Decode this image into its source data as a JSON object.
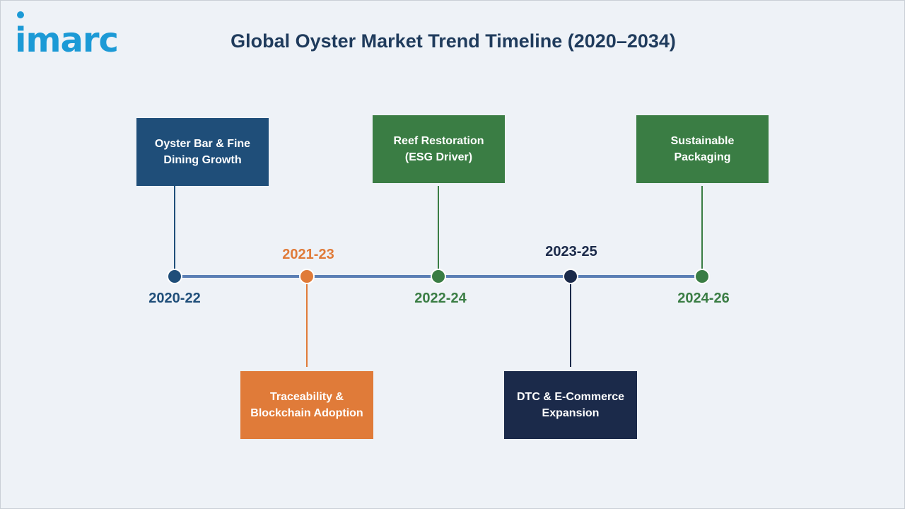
{
  "logo": {
    "text": "imarc"
  },
  "title": "Global Oyster Market Trend Timeline (2020–2034)",
  "colors": {
    "navy": "#1f4e79",
    "orange": "#e07b39",
    "green": "#3a7d44",
    "dark_navy": "#1b2a4a",
    "axis": "#5b7fb5"
  },
  "milestones": [
    {
      "period": "2020-22",
      "label": "Oyster Bar & Fine\nDining Growth",
      "color": "navy"
    },
    {
      "period": "2021-23",
      "label": "Traceability &\nBlockchain Adoption",
      "color": "orange"
    },
    {
      "period": "2022-24",
      "label": "Reef Restoration\n(ESG Driver)",
      "color": "green"
    },
    {
      "period": "2023-25",
      "label": "DTC & E-Commerce\nExpansion",
      "color": "dark_navy"
    },
    {
      "period": "2024-26",
      "label": "Sustainable\nPackaging",
      "color": "green"
    }
  ]
}
